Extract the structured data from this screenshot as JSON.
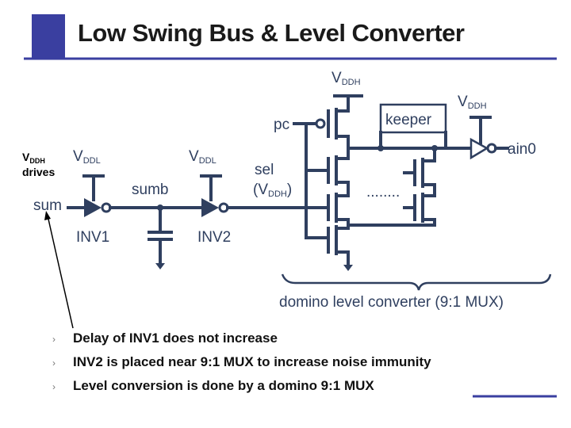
{
  "title": "Low Swing Bus & Level Converter",
  "side_note": {
    "v": "V",
    "sub": "DDH",
    "line2": "drives"
  },
  "labels": {
    "vddl_main": "V",
    "vddl_sub": "DDL",
    "vddh_main": "V",
    "vddh_sub": "DDH",
    "pc": "pc",
    "keeper": "keeper",
    "ain0": "ain0",
    "sel": "sel",
    "sel_paren_open": "(V",
    "sel_paren_close": ")",
    "sum": "sum",
    "sumb": "sumb",
    "inv1": "INV1",
    "inv2": "INV2",
    "dots": "........",
    "caption": "domino level converter (9:1 MUX)"
  },
  "bullets": [
    "Delay of INV1 does not increase",
    "INV2 is placed near 9:1 MUX to increase noise immunity",
    "Level conversion is done by a domino 9:1 MUX"
  ],
  "colors": {
    "accent_blue": "#3a3fa0",
    "wire": "#2f3f5f",
    "bullet_mark": "#777777"
  }
}
